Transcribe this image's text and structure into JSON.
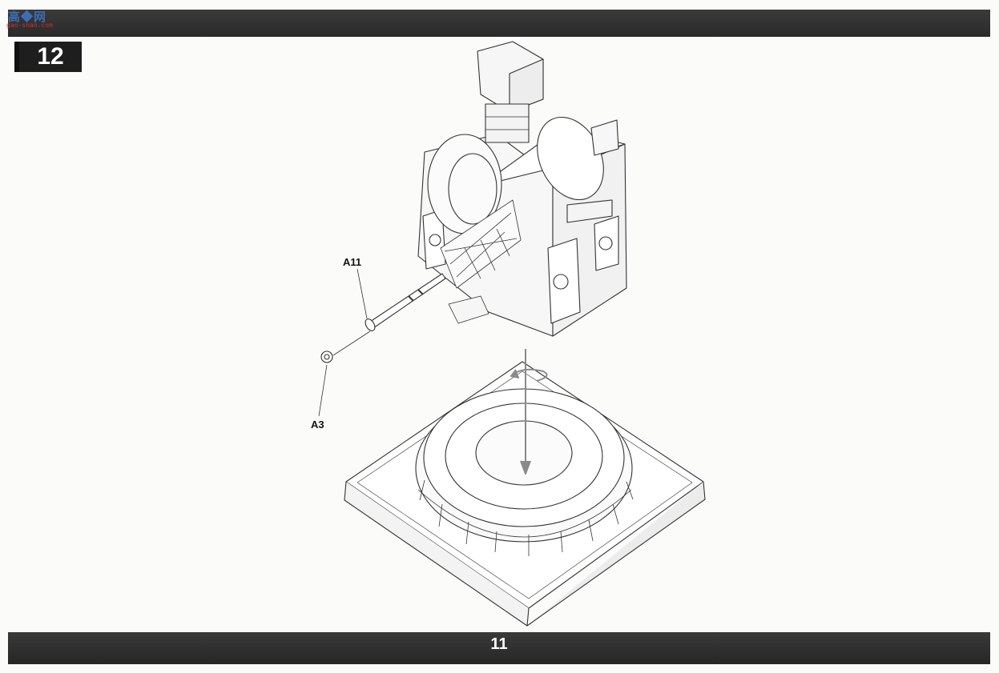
{
  "watermark": {
    "top_text": "高◆网",
    "bottom_text": "gao-shan.com"
  },
  "step": {
    "number": "12"
  },
  "parts": {
    "a11": "A11",
    "a3": "A3"
  },
  "footer": {
    "page_number": "11"
  },
  "colors": {
    "bar": "#2e2e2e",
    "line": "#333333",
    "arrow": "#8a8a8a"
  }
}
